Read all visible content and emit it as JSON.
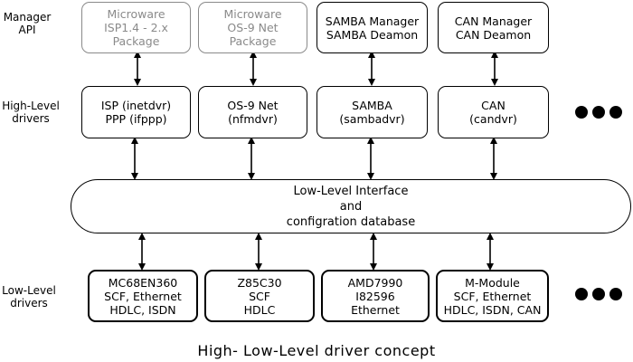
{
  "row_labels": {
    "manager_api": [
      "Manager",
      "API"
    ],
    "high_level": [
      "High-Level",
      "drivers"
    ],
    "low_level": [
      "Low-Level",
      "drivers"
    ]
  },
  "manager_boxes": [
    {
      "lines": [
        "Microware",
        "ISP1.4 - 2.x",
        "Package"
      ]
    },
    {
      "lines": [
        "Microware",
        "OS-9 Net",
        "Package"
      ]
    },
    {
      "lines": [
        "SAMBA Manager",
        "SAMBA Deamon"
      ]
    },
    {
      "lines": [
        "CAN Manager",
        "CAN Deamon"
      ]
    }
  ],
  "high_level_boxes": [
    {
      "lines": [
        "ISP (inetdvr)",
        "PPP (ifppp)"
      ]
    },
    {
      "lines": [
        "OS-9 Net",
        "(nfmdvr)"
      ]
    },
    {
      "lines": [
        "SAMBA",
        "(sambadvr)"
      ]
    },
    {
      "lines": [
        "CAN",
        "(candvr)"
      ]
    }
  ],
  "interface_box": {
    "lines": [
      "Low-Level Interface",
      "and",
      "configration database"
    ]
  },
  "low_level_boxes": [
    {
      "lines": [
        "MC68EN360",
        "SCF, Ethernet",
        "HDLC, ISDN"
      ]
    },
    {
      "lines": [
        "Z85C30",
        "SCF",
        "HDLC"
      ]
    },
    {
      "lines": [
        "AMD7990",
        "I82596",
        "Ethernet"
      ]
    },
    {
      "lines": [
        "M-Module",
        "SCF, Ethernet",
        "HDLC, ISDN, CAN"
      ]
    }
  ],
  "caption": "High- Low-Level driver concept"
}
